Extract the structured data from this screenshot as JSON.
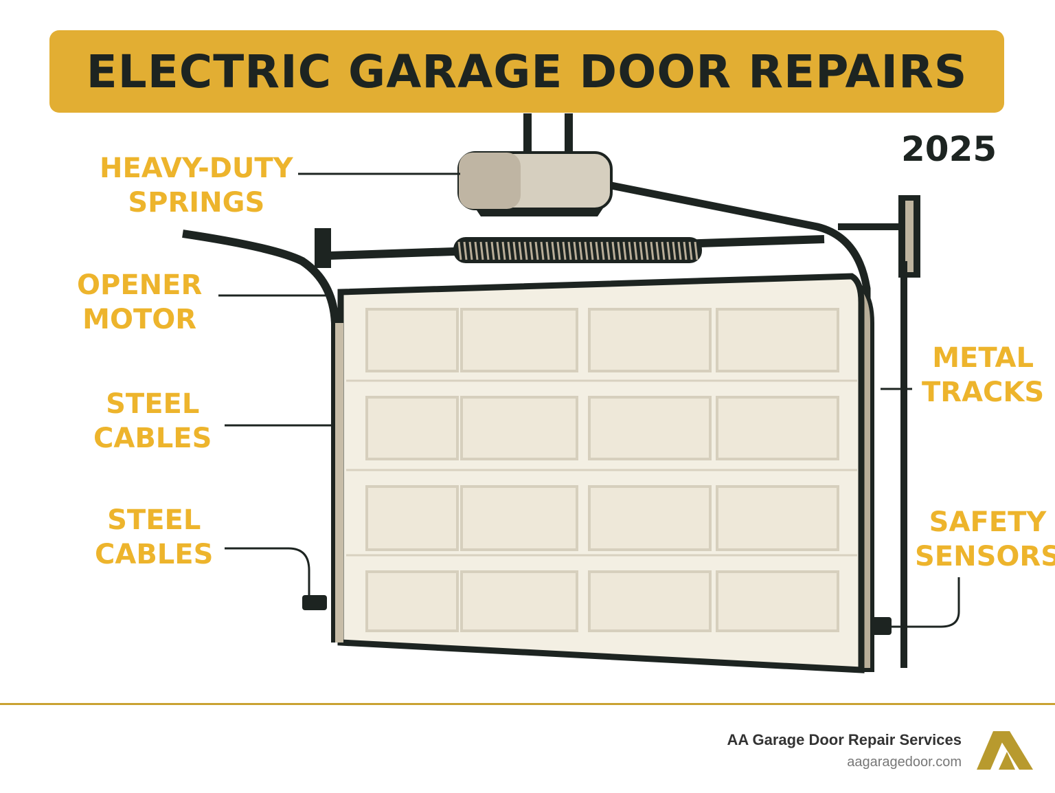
{
  "title": "ELECTRIC GARAGE DOOR REPAIRS",
  "year": "2025",
  "labels": {
    "springs": [
      "HEAVY-DUTY",
      "SPRINGS"
    ],
    "motor": [
      "OPENER",
      "MOTOR"
    ],
    "cables1": [
      "STEEL",
      "CABLES"
    ],
    "cables2": [
      "STEEL",
      "CABLES"
    ],
    "tracks": [
      "METAL",
      "TRACKS"
    ],
    "sensors": [
      "SAFETY",
      "SENSORS"
    ]
  },
  "footer": {
    "company": "AA Garage Door Repair Services",
    "website": "aagaragedoor.com",
    "logo_text": "AA"
  },
  "colors": {
    "banner": "#E2AE33",
    "label": "#EDB42C",
    "ink": "#1d2421",
    "door": "#F3EFE3",
    "logo": "#B89A2E"
  }
}
